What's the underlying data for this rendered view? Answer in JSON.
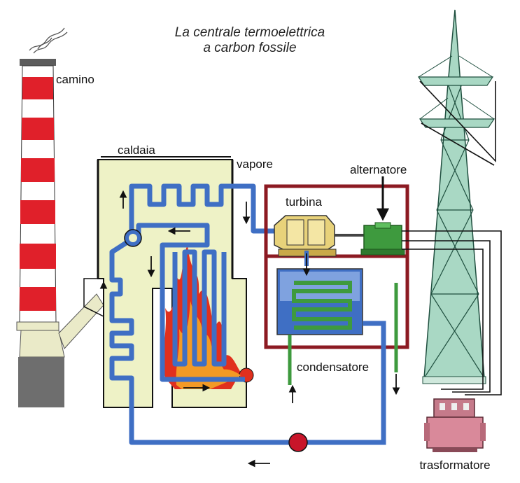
{
  "title": {
    "line1": "La centrale termoelettrica",
    "line2": "a carbon fossile"
  },
  "labels": {
    "chimney": "camino",
    "boiler": "caldaia",
    "steam": "vapore",
    "turbine": "turbina",
    "alternator": "alternatore",
    "condenser": "condensatore",
    "transformer": "trasformatore"
  },
  "colors": {
    "pipe_blue": "#3f6fc4",
    "boiler_fill": "#eef2c6",
    "frame_red": "#8c1a22",
    "chimney_red": "#e0202a",
    "alternator_green": "#3e9a3e",
    "turbine_yellow": "#e8d27a",
    "tower_green": "#a9d8c4",
    "transformer_pink": "#d9899a",
    "flame_red": "#e0301e",
    "flame_orange": "#f39a25"
  }
}
